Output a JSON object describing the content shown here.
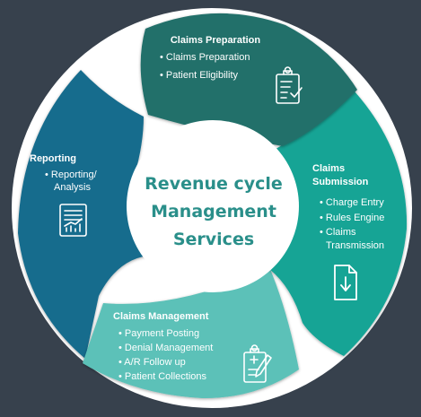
{
  "center": {
    "line1": "Revenue cycle",
    "line2": "Management",
    "line3": "Services"
  },
  "segments": {
    "claims_preparation": {
      "title": "Claims Preparation",
      "items": [
        "• Claims Preparation",
        "• Patient Eligibility"
      ],
      "color": "#20706b",
      "icon": "clipboard-check-icon"
    },
    "claims_submission": {
      "title_line1": "Claims",
      "title_line2": "Submission",
      "items": [
        "• Charge Entry",
        "• Rules Engine",
        "• Claims",
        "Transmission"
      ],
      "color": "#12a495",
      "icon": "document-download-icon"
    },
    "claims_management": {
      "title": "Claims Management",
      "items": [
        "• Payment Posting",
        "• Denial Management",
        "• A/R Follow up",
        "• Patient Collections"
      ],
      "color": "#5bc1b8",
      "icon": "clipboard-edit-icon"
    },
    "reporting": {
      "title": "Reporting",
      "items": [
        "• Reporting/",
        "Analysis"
      ],
      "color": "#176c8d",
      "icon": "report-chart-icon"
    }
  }
}
